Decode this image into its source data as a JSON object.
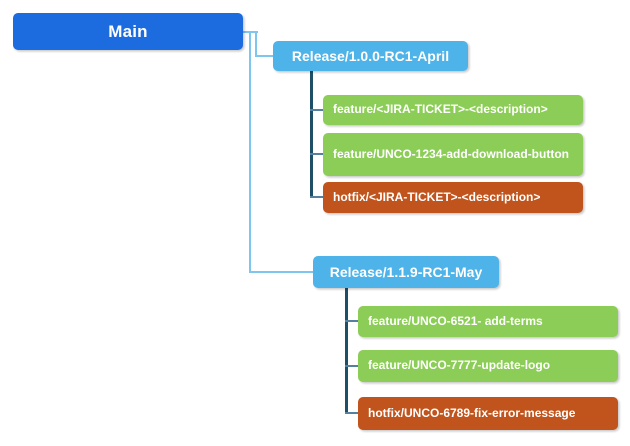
{
  "colors": {
    "background": "#ffffff",
    "node-text": "#ffffff",
    "main-node": "#1c6ce0",
    "release-node": "#4db3e8",
    "feature-node": "#8ccd57",
    "hotfix-node": "#c0541c",
    "connector-light": "#7fc6ee",
    "connector-dark": "#1d5068",
    "connector-stub": "#55809f"
  },
  "tree": {
    "root": {
      "label": "Main",
      "type": "main"
    },
    "branches": [
      {
        "label": "Release/1.0.0-RC1-April",
        "type": "release",
        "children": [
          {
            "label": "feature/<JIRA-TICKET>-<description>",
            "type": "feature"
          },
          {
            "label": "feature/UNCO-1234-add-download-button",
            "type": "feature"
          },
          {
            "label": "hotfix/<JIRA-TICKET>-<description>",
            "type": "hotfix"
          }
        ]
      },
      {
        "label": "Release/1.1.9-RC1-May",
        "type": "release",
        "children": [
          {
            "label": "feature/UNCO-6521- add-terms",
            "type": "feature"
          },
          {
            "label": "feature/UNCO-7777-update-logo",
            "type": "feature"
          },
          {
            "label": "hotfix/UNCO-6789-fix-error-message",
            "type": "hotfix"
          }
        ]
      }
    ]
  }
}
